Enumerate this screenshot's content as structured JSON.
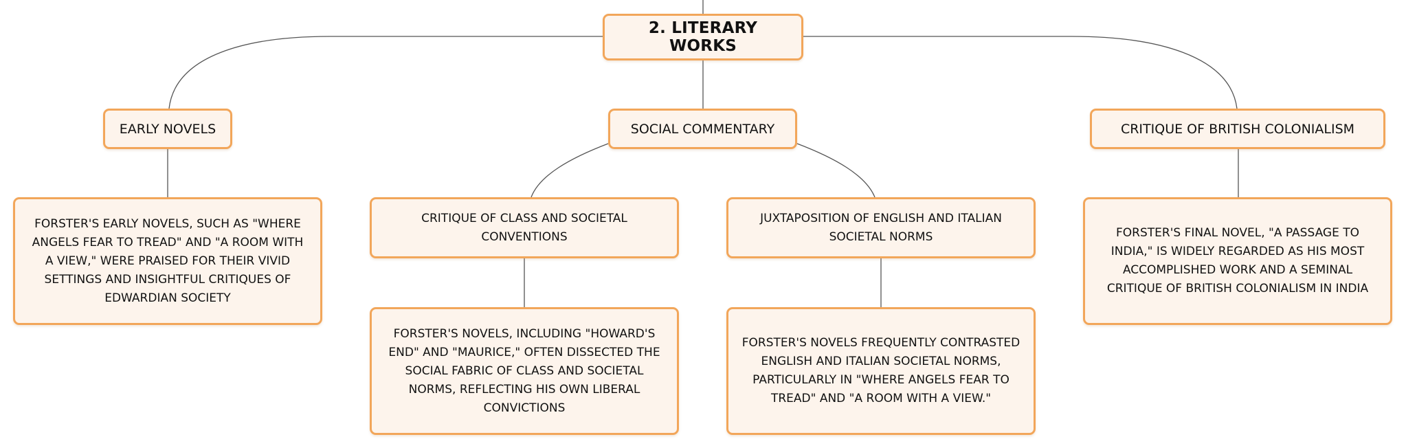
{
  "diagram": {
    "root": {
      "label": "2. LITERARY WORKS"
    },
    "branches": {
      "early_novels": {
        "label": "EARLY NOVELS",
        "detail": "FORSTER'S EARLY NOVELS, SUCH AS \"WHERE ANGELS FEAR TO TREAD\" AND \"A ROOM WITH A VIEW,\" WERE PRAISED FOR THEIR VIVID SETTINGS AND INSIGHTFUL CRITIQUES OF EDWARDIAN SOCIETY"
      },
      "social_commentary": {
        "label": "SOCIAL COMMENTARY",
        "class_critique": {
          "label": "CRITIQUE OF CLASS AND SOCIETAL CONVENTIONS",
          "detail": "FORSTER'S NOVELS, INCLUDING \"HOWARD'S END\" AND \"MAURICE,\" OFTEN DISSECTED THE SOCIAL FABRIC OF CLASS AND SOCIETAL NORMS, REFLECTING HIS OWN LIBERAL CONVICTIONS"
        },
        "juxtaposition": {
          "label": "JUXTAPOSITION OF ENGLISH AND ITALIAN SOCIETAL NORMS",
          "detail": "FORSTER'S NOVELS FREQUENTLY CONTRASTED ENGLISH AND ITALIAN SOCIETAL NORMS, PARTICULARLY IN \"WHERE ANGELS FEAR TO TREAD\" AND \"A ROOM WITH A VIEW.\""
        }
      },
      "colonialism": {
        "label": "CRITIQUE OF BRITISH COLONIALISM",
        "detail": "FORSTER'S FINAL NOVEL, \"A PASSAGE TO INDIA,\" IS WIDELY REGARDED AS HIS MOST ACCOMPLISHED WORK AND A SEMINAL CRITIQUE OF BRITISH COLONIALISM IN INDIA"
      }
    }
  }
}
